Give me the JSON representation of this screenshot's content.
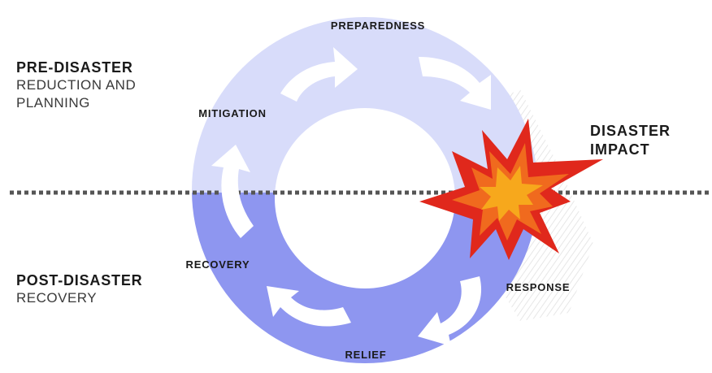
{
  "pre_disaster": {
    "title": "PRE-DISASTER",
    "line1": "REDUCTION AND",
    "line2": "PLANNING"
  },
  "post_disaster": {
    "title": "POST-DISASTER",
    "line1": "RECOVERY"
  },
  "impact": {
    "line1": "DISASTER",
    "line2": "IMPACT"
  },
  "stages": {
    "preparedness": "PREPAREDNESS",
    "mitigation": "MITIGATION",
    "recovery": "RECOVERY",
    "relief": "RELIEF",
    "response": "RESPONSE"
  },
  "colors": {
    "upper_ring": "#d8dcfa",
    "lower_ring": "#8e96f0",
    "arrow": "#ffffff",
    "dotted_line": "#555555",
    "burst_outer": "#e0281c",
    "burst_inner": "#f39a1a"
  },
  "icons": [
    "cycle-arrow-icon",
    "explosion-icon"
  ]
}
